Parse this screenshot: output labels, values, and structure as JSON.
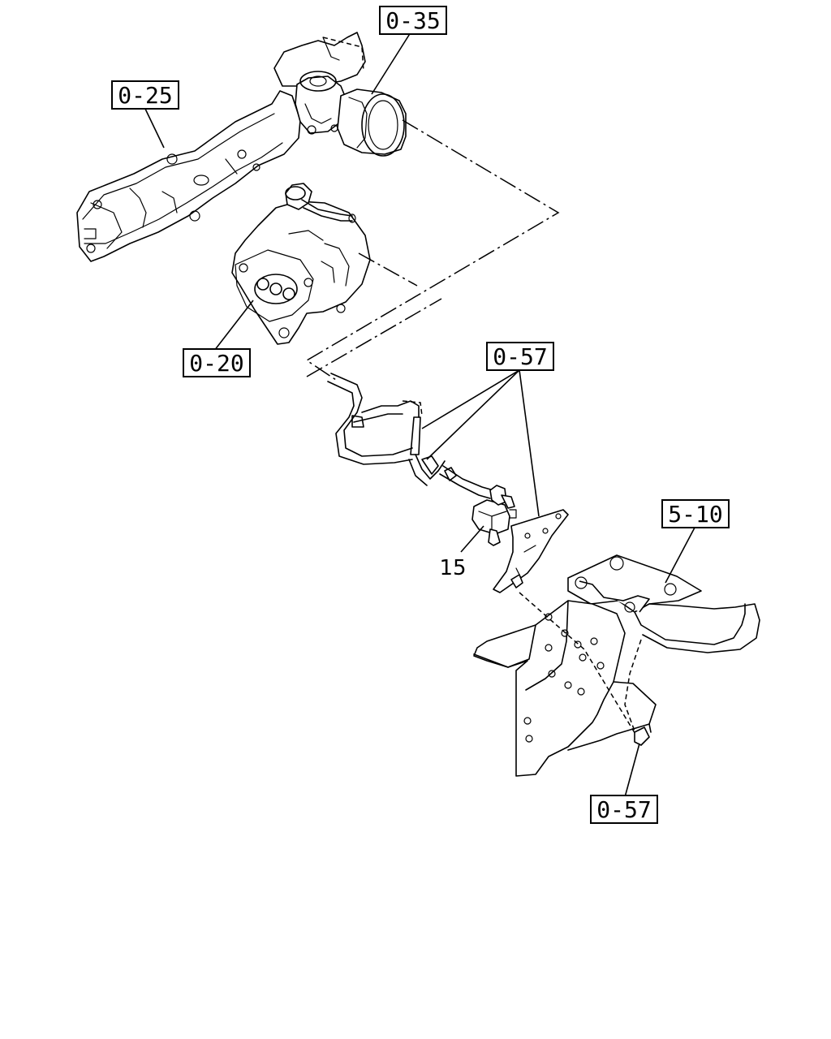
{
  "diagram": {
    "callouts": [
      {
        "id": "intake-manifold",
        "text": "0-25"
      },
      {
        "id": "throttle-body",
        "text": "0-35"
      },
      {
        "id": "vacuum-pump",
        "text": "0-20"
      },
      {
        "id": "hose-group-top",
        "text": "0-57"
      },
      {
        "id": "bracket-ref",
        "text": "5-10"
      },
      {
        "id": "hose-group-bottom",
        "text": "0-57"
      }
    ],
    "part_number": "15"
  }
}
